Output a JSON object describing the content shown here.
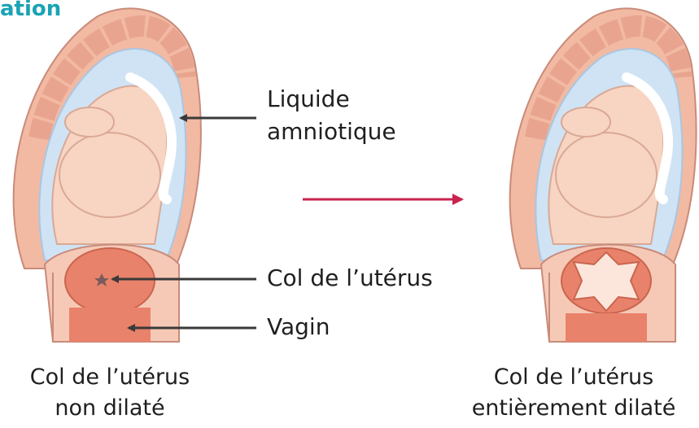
{
  "heading": "ation",
  "labels": {
    "amniotic_fluid": [
      "Liquide",
      "amniotique"
    ],
    "cervix": "Col de l’utérus",
    "vagina": "Vagin"
  },
  "captions": {
    "left": [
      "Col de l’utérus",
      "non dilaté"
    ],
    "right": [
      "Col de l’utérus",
      "entièrement dilaté"
    ]
  },
  "colors": {
    "heading": "#1aa3b5",
    "uterus_wall": "#f2b9a3",
    "uterus_outline": "#c98b7a",
    "amniotic_fluid": "#cfe3f5",
    "fetus": "#f8d4c2",
    "cervix": "#e9826a",
    "arrow_pointer": "#3a3a3a",
    "transition_arrow": "#c8234e"
  }
}
